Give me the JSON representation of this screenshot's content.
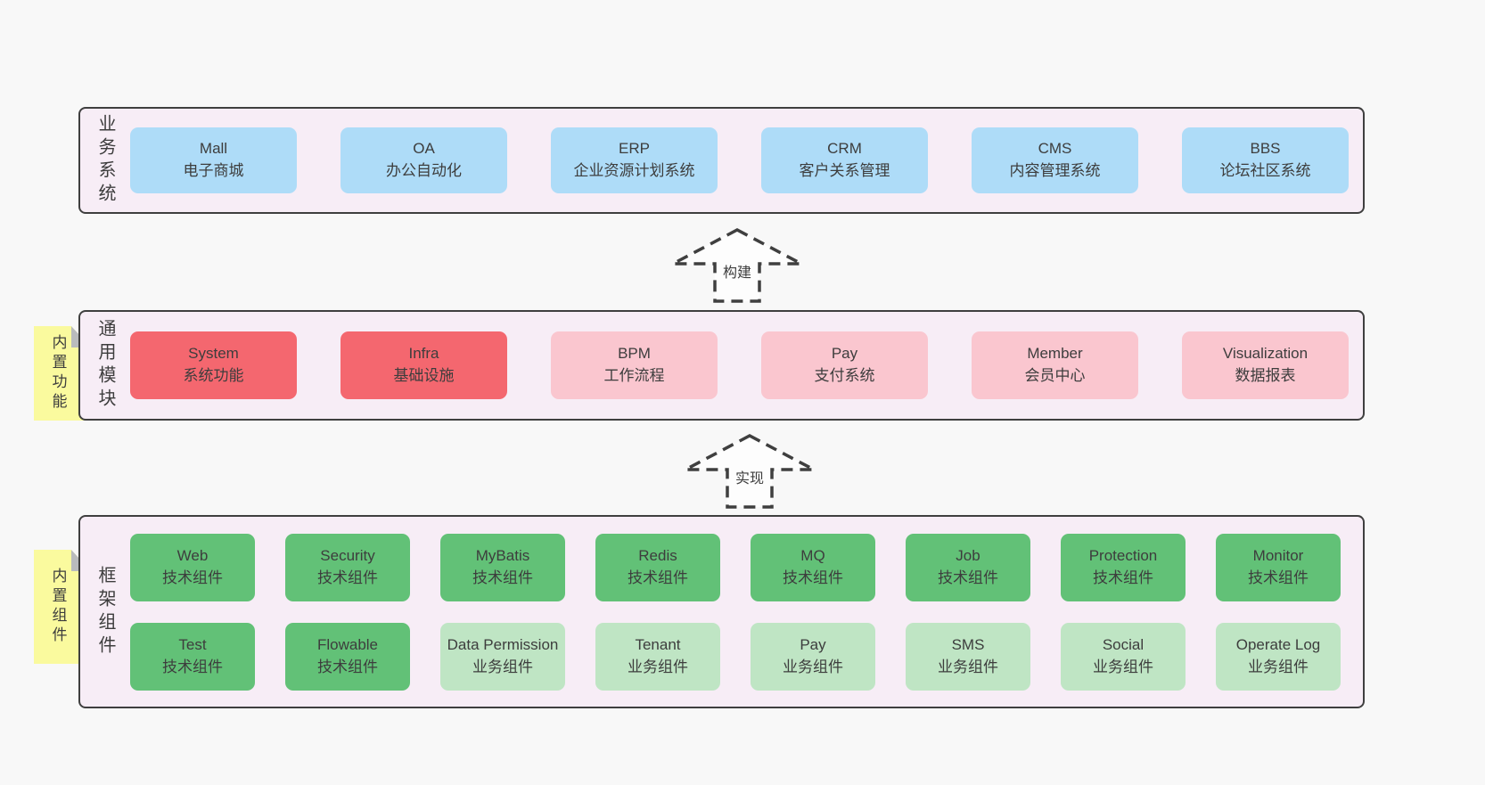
{
  "page": {
    "background": "#f8f8f8"
  },
  "colors": {
    "page_background": "#f8f8f8",
    "band_background": "#f7edf6",
    "band_border": "#3f3f3f",
    "blue_box": "#aedcf8",
    "red_box": "#f4676f",
    "pink_box": "#fac6cf",
    "green_box": "#62c177",
    "light_green_box": "#bfe5c4",
    "sticky_yellow": "#fafa9e",
    "sticky_fold": "#b9bbbd",
    "arrow_stroke": "#3f3f3f",
    "arrow_fill": "#fdfdfd",
    "text": "#3d3d3d"
  },
  "arrows": [
    {
      "label": "构建"
    },
    {
      "label": "实现"
    }
  ],
  "layers": {
    "business": {
      "label": "业务系统",
      "boxes": [
        {
          "name": "Mall",
          "subtitle": "电子商城"
        },
        {
          "name": "OA",
          "subtitle": "办公自动化"
        },
        {
          "name": "ERP",
          "subtitle": "企业资源计划系统"
        },
        {
          "name": "CRM",
          "subtitle": "客户关系管理"
        },
        {
          "name": "CMS",
          "subtitle": "内容管理系统"
        },
        {
          "name": "BBS",
          "subtitle": "论坛社区系统"
        }
      ]
    },
    "modules": {
      "label": "通用模块",
      "sticky": "内置功能",
      "boxes": [
        {
          "name": "System",
          "subtitle": "系统功能"
        },
        {
          "name": "Infra",
          "subtitle": "基础设施"
        },
        {
          "name": "BPM",
          "subtitle": "工作流程"
        },
        {
          "name": "Pay",
          "subtitle": "支付系统"
        },
        {
          "name": "Member",
          "subtitle": "会员中心"
        },
        {
          "name": "Visualization",
          "subtitle": "数据报表"
        }
      ]
    },
    "components": {
      "label": "框架组件",
      "sticky": "内置组件",
      "row1": [
        {
          "name": "Web",
          "subtitle": "技术组件"
        },
        {
          "name": "Security",
          "subtitle": "技术组件"
        },
        {
          "name": "MyBatis",
          "subtitle": "技术组件"
        },
        {
          "name": "Redis",
          "subtitle": "技术组件"
        },
        {
          "name": "MQ",
          "subtitle": "技术组件"
        },
        {
          "name": "Job",
          "subtitle": "技术组件"
        },
        {
          "name": "Protection",
          "subtitle": "技术组件"
        },
        {
          "name": "Monitor",
          "subtitle": "技术组件"
        }
      ],
      "row2": [
        {
          "name": "Test",
          "subtitle": "技术组件"
        },
        {
          "name": "Flowable",
          "subtitle": "技术组件"
        },
        {
          "name": "Data Permission",
          "subtitle": "业务组件"
        },
        {
          "name": "Tenant",
          "subtitle": "业务组件"
        },
        {
          "name": "Pay",
          "subtitle": "业务组件"
        },
        {
          "name": "SMS",
          "subtitle": "业务组件"
        },
        {
          "name": "Social",
          "subtitle": "业务组件"
        },
        {
          "name": "Operate Log",
          "subtitle": "业务组件"
        }
      ]
    }
  }
}
